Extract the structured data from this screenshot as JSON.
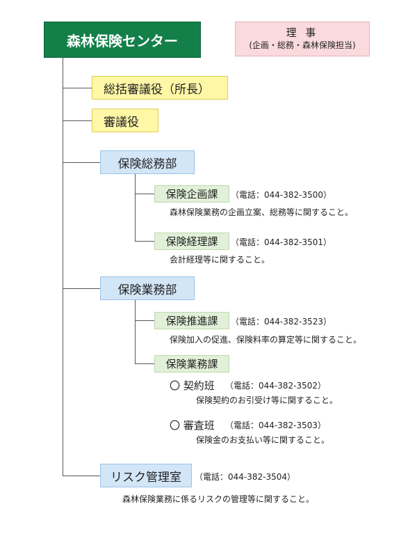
{
  "center": "森林保険センター",
  "director": {
    "title": "理 事",
    "scope": "(企画・総務・森林保険担当)"
  },
  "yellow": [
    {
      "label": "総括審議役（所長）"
    },
    {
      "label": "審議役"
    }
  ],
  "departments": [
    {
      "label": "保険総務部",
      "sections": [
        {
          "label": "保険企画課",
          "phone": "（電話：044-382-3500）",
          "desc": "森林保険業務の企画立案、総務等に関すること。"
        },
        {
          "label": "保険経理課",
          "phone": "（電話：044-382-3501）",
          "desc": "会計経理等に関すること。"
        }
      ]
    },
    {
      "label": "保険業務部",
      "sections": [
        {
          "label": "保険推進課",
          "phone": "（電話：044-382-3523）",
          "desc": "保険加入の促進、保険料率の算定等に関すること。"
        },
        {
          "label": "保険業務課",
          "subsections": [
            {
              "label": "〇 契約班",
              "phone": "（電話：044-382-3502）",
              "desc": "保険契約のお引受け等に関すること。"
            },
            {
              "label": "〇 審査班",
              "phone": "（電話：044-382-3503）",
              "desc": "保険金のお支払い等に関すること。"
            }
          ]
        }
      ]
    }
  ],
  "risk": {
    "label": "リスク管理室",
    "phone": "（電話：044-382-3504）",
    "desc": "森林保険業務に係るリスクの管理等に関すること。"
  }
}
